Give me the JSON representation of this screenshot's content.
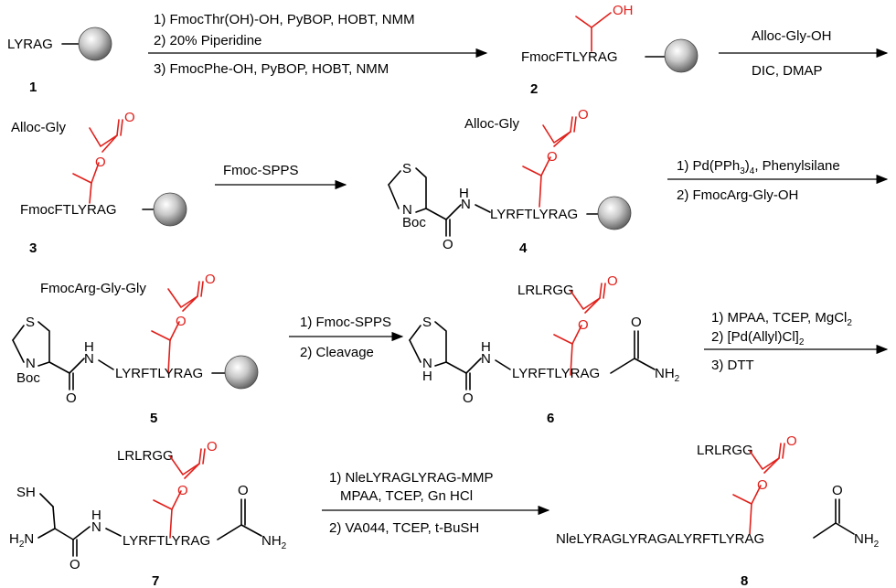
{
  "compounds": {
    "c1": {
      "number": "1",
      "label": "LYRAG"
    },
    "c2": {
      "number": "2",
      "label": "FmocFTLYRAG",
      "oh": "OH"
    },
    "c3": {
      "number": "3",
      "label": "FmocFTLYRAG",
      "top": "Alloc-Gly",
      "o": "O"
    },
    "c4": {
      "number": "4",
      "top": "Alloc-Gly",
      "s": "S",
      "n": "N",
      "boc": "Boc",
      "nh": "H",
      "nh_n": "N",
      "o_amide": "O",
      "chain": "LYRFTLYRAG",
      "o": "O"
    },
    "c5": {
      "number": "5",
      "top": "FmocArg-Gly-Gly",
      "s": "S",
      "n": "N",
      "boc": "Boc",
      "nh": "H",
      "nh_n": "N",
      "o_amide": "O",
      "chain": "LYRFTLYRAG",
      "o": "O"
    },
    "c6": {
      "number": "6",
      "top": "LRLRGG",
      "s": "S",
      "n": "N",
      "h": "H",
      "nh": "H",
      "nh_n": "N",
      "o_amide": "O",
      "chain": "LYRFTLYRAG",
      "o": "O",
      "nh2": "NH",
      "nh2_sub": "2"
    },
    "c7": {
      "number": "7",
      "top": "LRLRGG",
      "sh": "SH",
      "h2n": "H",
      "h2n_sub": "2",
      "h2n_n": "N",
      "nh": "H",
      "nh_n": "N",
      "o_amide": "O",
      "chain": "LYRFTLYRAG",
      "o": "O",
      "nh2": "NH",
      "nh2_sub": "2"
    },
    "c8": {
      "number": "8",
      "top": "LRLRGG",
      "chain": "NleLYRAGLYRAGALYRFTLYRAG",
      "o": "O",
      "nh2": "NH",
      "nh2_sub": "2"
    }
  },
  "steps": {
    "s1": {
      "line1": "1) FmocThr(OH)-OH, PyBOP, HOBT, NMM",
      "line2": "2) 20% Piperidine",
      "line3": "3) FmocPhe-OH, PyBOP, HOBT, NMM"
    },
    "s2": {
      "line1": "Alloc-Gly-OH",
      "line2": "DIC, DMAP"
    },
    "s3": {
      "line1": "Fmoc-SPPS"
    },
    "s4": {
      "line1a": "1) Pd(PPh",
      "line1sub": "3",
      "line1b": ")",
      "line1sub2": "4",
      "line1c": ", Phenylsilane",
      "line2": "2) FmocArg-Gly-OH"
    },
    "s5": {
      "line1": "1) Fmoc-SPPS",
      "line2": "2) Cleavage"
    },
    "s6": {
      "line1a": "1) MPAA, TCEP, MgCl",
      "line1sub": "2",
      "line2a": "2) [Pd(Allyl)Cl]",
      "line2sub": "2",
      "line3": "3) DTT"
    },
    "s7": {
      "line1": "1) NleLYRAGLYRAG-MMP",
      "line2": "MPAA, TCEP, Gn HCl",
      "line3": "2) VA044, TCEP, t-BuSH"
    }
  }
}
